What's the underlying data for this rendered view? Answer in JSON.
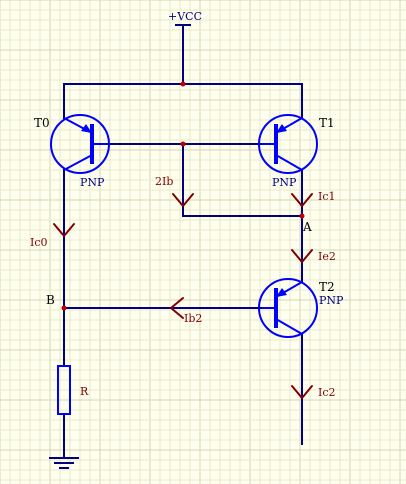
{
  "power": {
    "label": "+VCC"
  },
  "transistors": {
    "t0": {
      "designator": "T0",
      "type": "PNP"
    },
    "t1": {
      "designator": "T1",
      "type": "PNP"
    },
    "t2": {
      "designator": "T2",
      "type": "PNP"
    }
  },
  "resistor": {
    "designator": "R"
  },
  "nodes": {
    "a": "A",
    "b": "B"
  },
  "currents": {
    "ic0": "Ic0",
    "two_ib": "2Ib",
    "ic1": "Ic1",
    "ie2": "Ie2",
    "ib2": "Ib2",
    "ic2": "Ic2"
  },
  "colors": {
    "background": "#fffff0",
    "wire": "#000080",
    "device": "#0000ff",
    "current_arrow": "#800000",
    "junction": "#c00000"
  }
}
